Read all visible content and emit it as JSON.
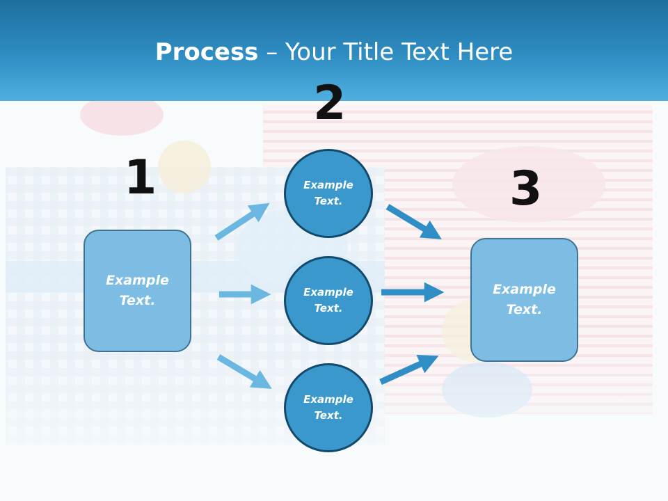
{
  "slide": {
    "title_bold": "Process",
    "title_rest": " – Your Title Text Here",
    "steps": {
      "one": "1",
      "two": "2",
      "three": "3"
    },
    "left_box": "Example\nText.",
    "circles": [
      "Example\nText.",
      "Example\nText.",
      "Example\nText."
    ],
    "right_box": "Example\nText."
  }
}
